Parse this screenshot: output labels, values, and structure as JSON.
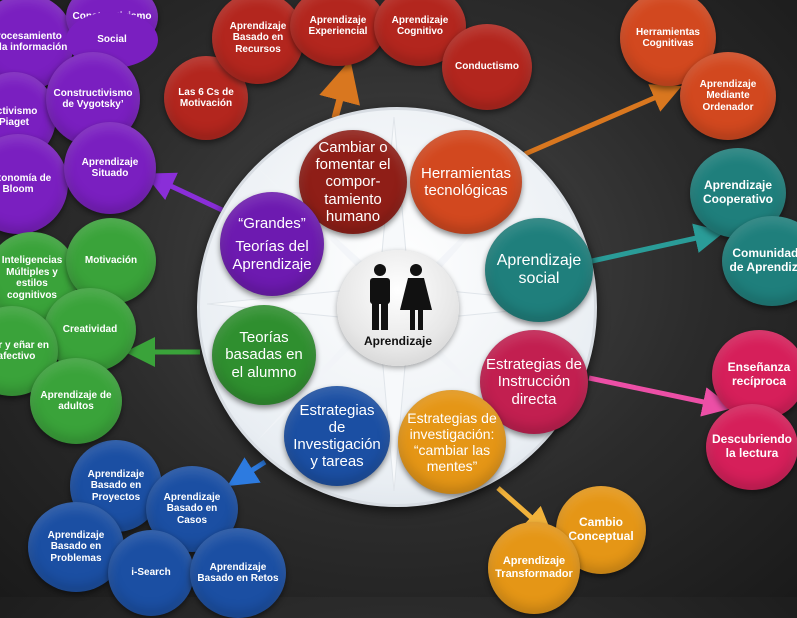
{
  "center": {
    "label": "Aprendizaje"
  },
  "theories": {
    "label_lines": [
      "“Grandes”",
      "Teorías del",
      "Aprendizaje"
    ]
  },
  "spokes": {
    "cambiar": "Cambiar o fomentar el compor-tamiento humano",
    "herramientas": "Herramientas tecnológicas",
    "social": "Aprendizaje social",
    "instruccion": "Estrategias de Instrucción directa",
    "cambiar_mentes": "Estrategias de investigación: “cambiar las mentes”",
    "investigacion": "Estrategias de Investigación y tareas",
    "alumno": "Teorías basadas en el alumno"
  },
  "top_cluster": {
    "recursos": "Aprendizaje Basado en Recursos",
    "experiencial": "Aprendizaje Experiencial",
    "cognitivo": "Aprendizaje Cognitivo",
    "conductismo": "Conductismo",
    "seis_cs": "Las 6 Cs de Motivación"
  },
  "topright_cluster": {
    "cognitivas": "Herramientas Cognitivas",
    "ordenador": "Aprendizaje Mediante Ordenador"
  },
  "right_cluster": {
    "cooperativo": "Aprendizaje Cooperativo",
    "comunidades": "Comunidades de Aprendizaje"
  },
  "pink_cluster": {
    "reciproca": "Enseñanza recíproca",
    "descubriendo": "Descubriendo la lectura"
  },
  "orange_cluster": {
    "cambio": "Cambio Conceptual",
    "transformador": "Aprendizaje Transformador"
  },
  "blue_cluster": {
    "proyectos": "Aprendizaje Basado en Proyectos",
    "casos": "Aprendizaje Basado en Casos",
    "problemas": "Aprendizaje Basado en Problemas",
    "isearch": "i-Search",
    "retos": "Aprendizaje Basado en Retos"
  },
  "green_cluster": {
    "inteligencias": "Inteligencias Múltiples y estilos cognitivos",
    "motivacion": "Motivación",
    "creatividad": "Creatividad",
    "aprender": "ender y eñar en o afectivo",
    "adultos": "Aprendizaje de adultos"
  },
  "purple_cluster": {
    "constructivismo": "Constructivismo",
    "procesamiento": "Procesamiento de la información",
    "social": "Social",
    "piaget": "uctivismo Piaget",
    "vygotsky": "Constructivismo de Vygotsky’",
    "bloom": "Taxonomía de Bloom",
    "situado": "Aprendizaje Situado"
  },
  "colors": {
    "purple": "#7a1fc0",
    "red": "#b3261e",
    "orange_red": "#d2481f",
    "teal": "#1f7f7c",
    "green": "#3aa33a",
    "blue": "#1b4fa3",
    "orange": "#e59616",
    "pink": "#d61f5a",
    "arrow_orange": "#d9771f",
    "arrow_pink": "#ec4fa6",
    "arrow_teal": "#2a9c98"
  }
}
